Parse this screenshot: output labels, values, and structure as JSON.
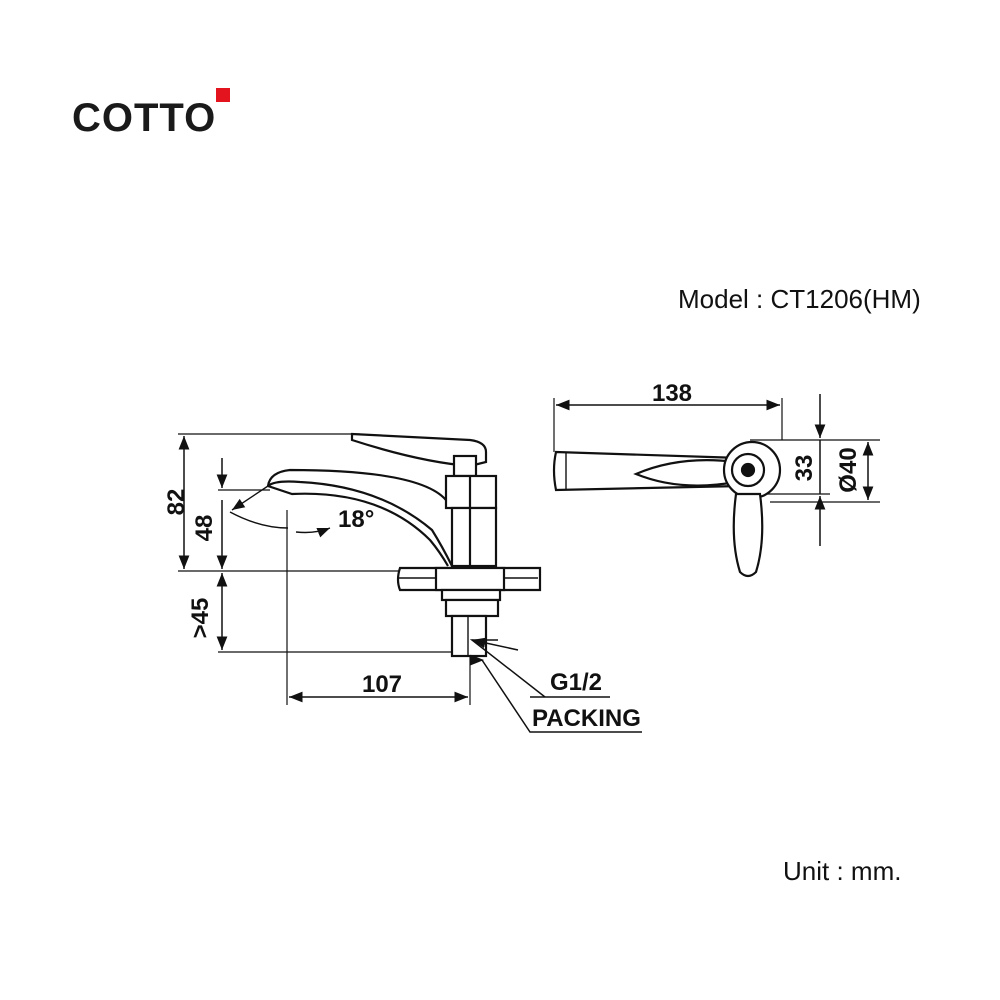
{
  "brand": {
    "name": "COTTO",
    "accent_color": "#e3141d"
  },
  "model_label": "Model : CT1206(HM)",
  "unit_label": "Unit : mm.",
  "dimensions": {
    "total_height": "82",
    "spout_height": "48",
    "below_deck": ">45",
    "reach": "107",
    "length": "138",
    "handle_width": "33",
    "base_diameter": "Ø40",
    "spout_angle": "18°"
  },
  "callouts": {
    "thread": "G1/2",
    "packing": "PACKING"
  },
  "icons": {
    "side_view": "faucet-side-view",
    "top_view": "faucet-top-view"
  }
}
